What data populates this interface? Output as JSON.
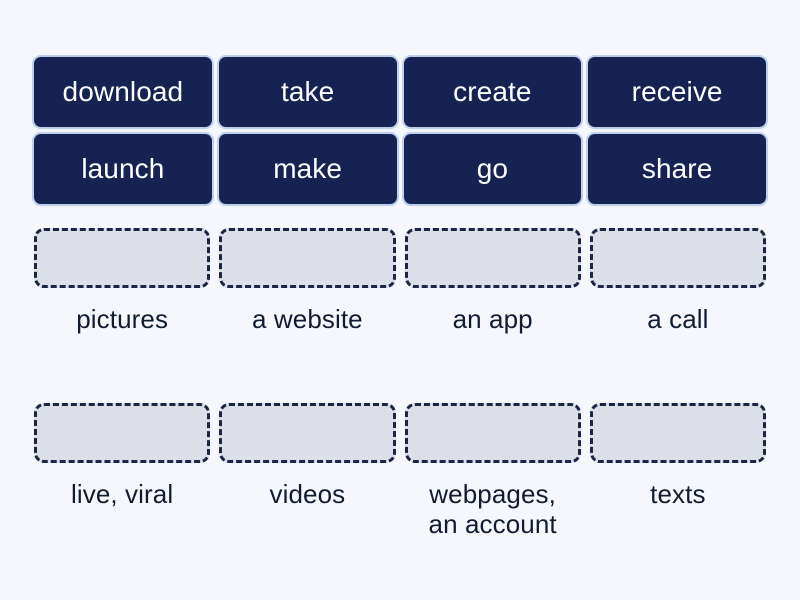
{
  "activity": {
    "type": "match-up-drag-and-drop",
    "background_color": "#f5f7fc"
  },
  "colors": {
    "tile_background": "#152252",
    "tile_text": "#ffffff",
    "tile_outline": "#bcd0ee",
    "dropzone_fill": "#dcdfe8",
    "dropzone_border": "#1b2545",
    "label_text": "#111c33",
    "page_background": "#f5f7fc"
  },
  "word_tiles": [
    {
      "label": "download"
    },
    {
      "label": "take"
    },
    {
      "label": "create"
    },
    {
      "label": "receive"
    },
    {
      "label": "launch"
    },
    {
      "label": "make"
    },
    {
      "label": "go"
    },
    {
      "label": "share"
    }
  ],
  "dropzone_rows": [
    {
      "cells": [
        {
          "label": "pictures"
        },
        {
          "label": "a website"
        },
        {
          "label": "an app"
        },
        {
          "label": "a call"
        }
      ]
    },
    {
      "cells": [
        {
          "label": "live, viral"
        },
        {
          "label": "videos"
        },
        {
          "label": "webpages,\nan account"
        },
        {
          "label": "texts"
        }
      ]
    }
  ]
}
